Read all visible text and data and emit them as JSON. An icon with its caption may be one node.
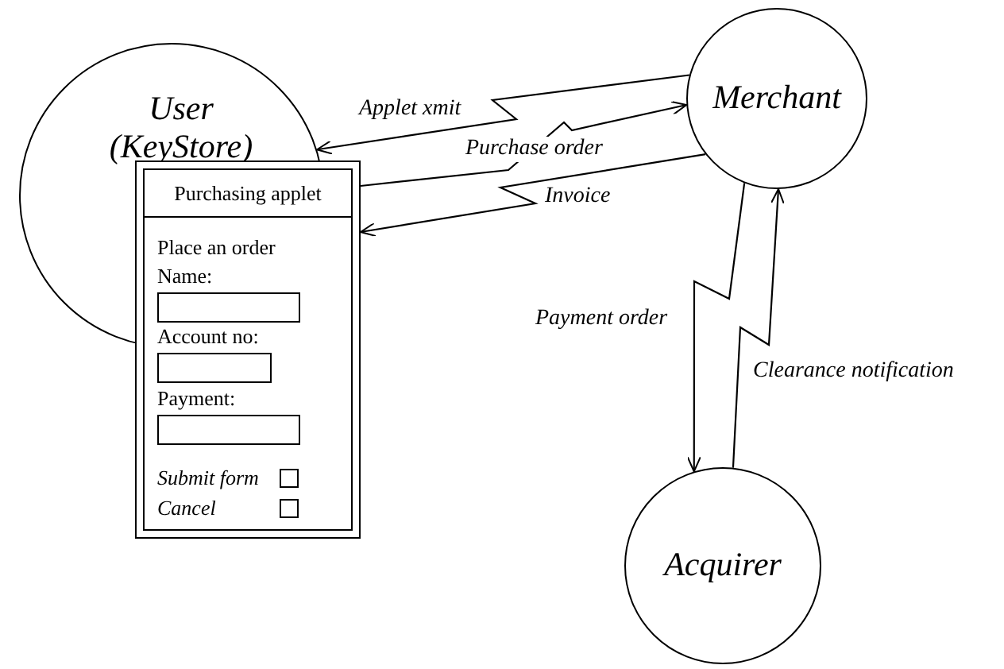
{
  "diagram": {
    "nodes": [
      {
        "text": [
          "User (KeyStore)"
        ]
      },
      {
        "text": [
          "Purchasing applet",
          "Place an order",
          "Name:",
          "Account no:",
          "Payment:",
          "Submit form",
          "Cancel"
        ]
      },
      {
        "text": [
          "Merchant"
        ]
      },
      {
        "text": [
          "Acquirer"
        ]
      }
    ],
    "edges": [
      {
        "from": 2,
        "to": 0,
        "arrow": "to",
        "label": "Applet xmit"
      },
      {
        "from": 1,
        "to": 2,
        "arrow": "to",
        "label": "Purchase order"
      },
      {
        "from": 2,
        "to": 1,
        "arrow": "to",
        "label": "Invoice"
      },
      {
        "from": 2,
        "to": 3,
        "arrow": "to",
        "label": "Payment order"
      },
      {
        "from": 3,
        "to": 2,
        "arrow": "to",
        "label": "Clearance notification"
      }
    ]
  }
}
